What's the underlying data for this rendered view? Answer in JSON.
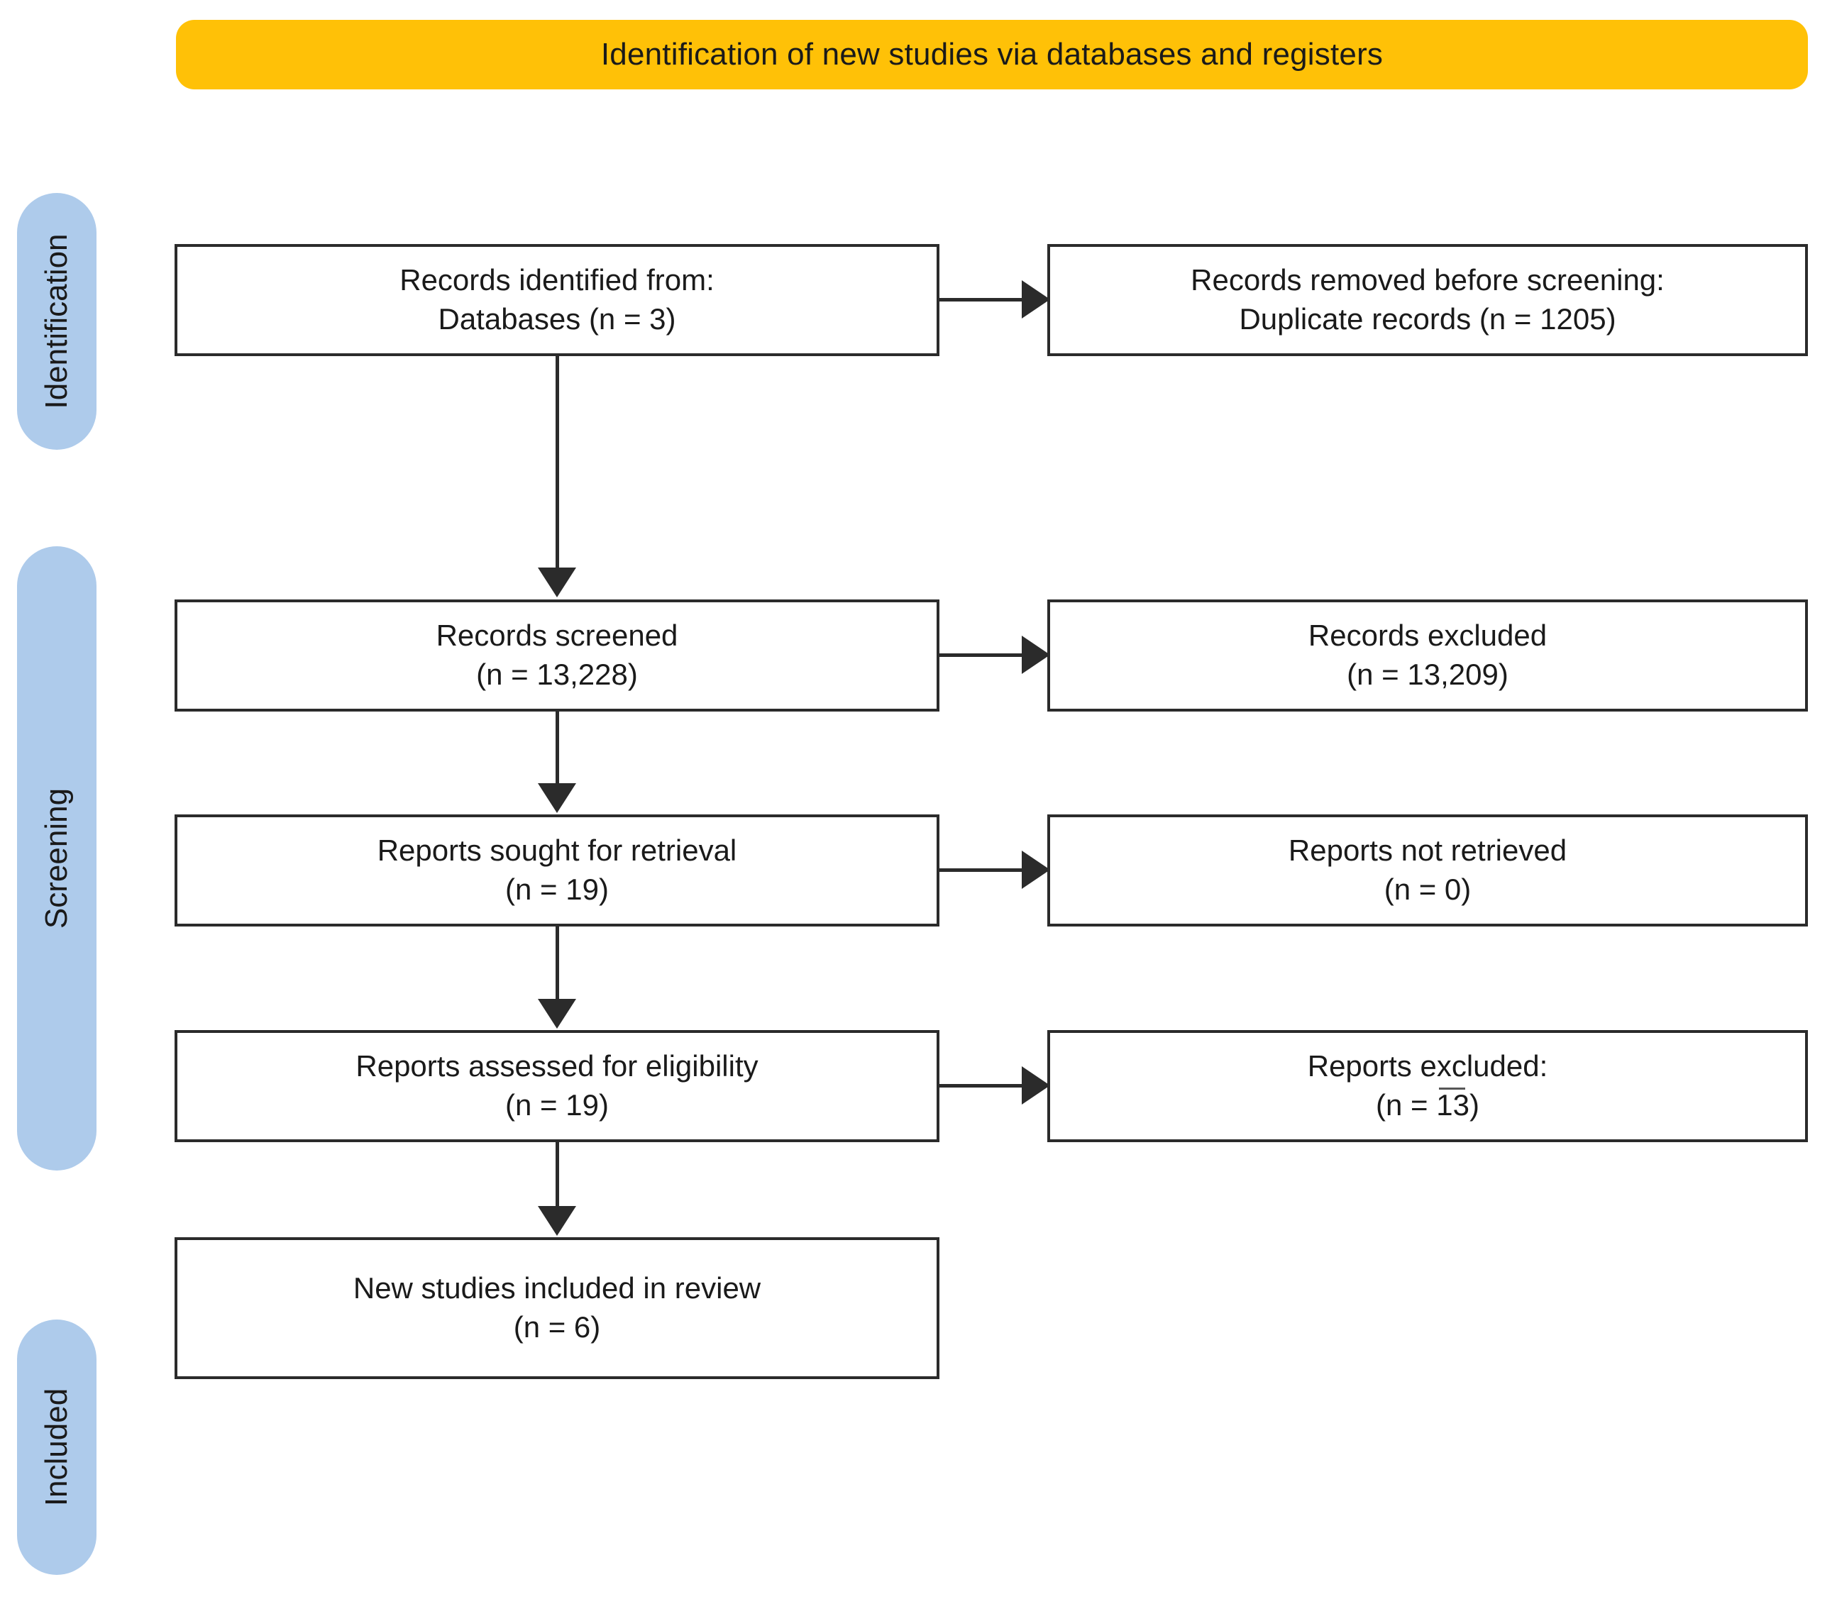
{
  "banner": {
    "title": "Identification of new studies via databases and registers",
    "color": "#FFC107"
  },
  "stages": [
    {
      "key": "identification",
      "label": "Identification",
      "color": "#AECBEB"
    },
    {
      "key": "screening",
      "label": "Screening",
      "color": "#AECBEB"
    },
    {
      "key": "included",
      "label": "Included",
      "color": "#AECBEB"
    }
  ],
  "chart_data": {
    "type": "diagram",
    "title": "Identification of new studies via databases and registers",
    "nodes": [
      {
        "id": "identified",
        "stage": "Identification",
        "column": "left",
        "line1": "Records identified from:",
        "line2": "Databases (n = 3)",
        "n": 3
      },
      {
        "id": "removed",
        "stage": "Identification",
        "column": "right",
        "line1": "Records removed before screening:",
        "line2": "Duplicate records (n = 1205)",
        "n": 1205
      },
      {
        "id": "screened",
        "stage": "Screening",
        "column": "left",
        "line1": "Records screened",
        "line2": "(n = 13,228)",
        "n": 13228
      },
      {
        "id": "excluded",
        "stage": "Screening",
        "column": "right",
        "line1": "Records excluded",
        "line2": "(n = 13,209)",
        "n": 13209
      },
      {
        "id": "sought",
        "stage": "Screening",
        "column": "left",
        "line1": "Reports sought for retrieval",
        "line2": "(n = 19)",
        "n": 19
      },
      {
        "id": "not_retrieved",
        "stage": "Screening",
        "column": "right",
        "line1": "Reports not retrieved",
        "line2": "(n = 0)",
        "n": 0
      },
      {
        "id": "assessed",
        "stage": "Screening",
        "column": "left",
        "line1": "Reports assessed for eligibility",
        "line2": "(n = 19)",
        "n": 19
      },
      {
        "id": "reports_excluded",
        "stage": "Screening",
        "column": "right",
        "line1": "Reports excluded:",
        "line2_prefix": "(n = ",
        "line2_value": "13",
        "line2_suffix": ")",
        "n": 13
      },
      {
        "id": "new_included",
        "stage": "Included",
        "column": "left",
        "line1": "New studies included in review",
        "line2": "(n = 6)",
        "n": 6
      }
    ],
    "edges": [
      {
        "from": "identified",
        "to": "removed",
        "direction": "right"
      },
      {
        "from": "identified",
        "to": "screened",
        "direction": "down"
      },
      {
        "from": "screened",
        "to": "excluded",
        "direction": "right"
      },
      {
        "from": "screened",
        "to": "sought",
        "direction": "down"
      },
      {
        "from": "sought",
        "to": "not_retrieved",
        "direction": "right"
      },
      {
        "from": "sought",
        "to": "assessed",
        "direction": "down"
      },
      {
        "from": "assessed",
        "to": "reports_excluded",
        "direction": "right"
      },
      {
        "from": "assessed",
        "to": "new_included",
        "direction": "down"
      }
    ]
  }
}
